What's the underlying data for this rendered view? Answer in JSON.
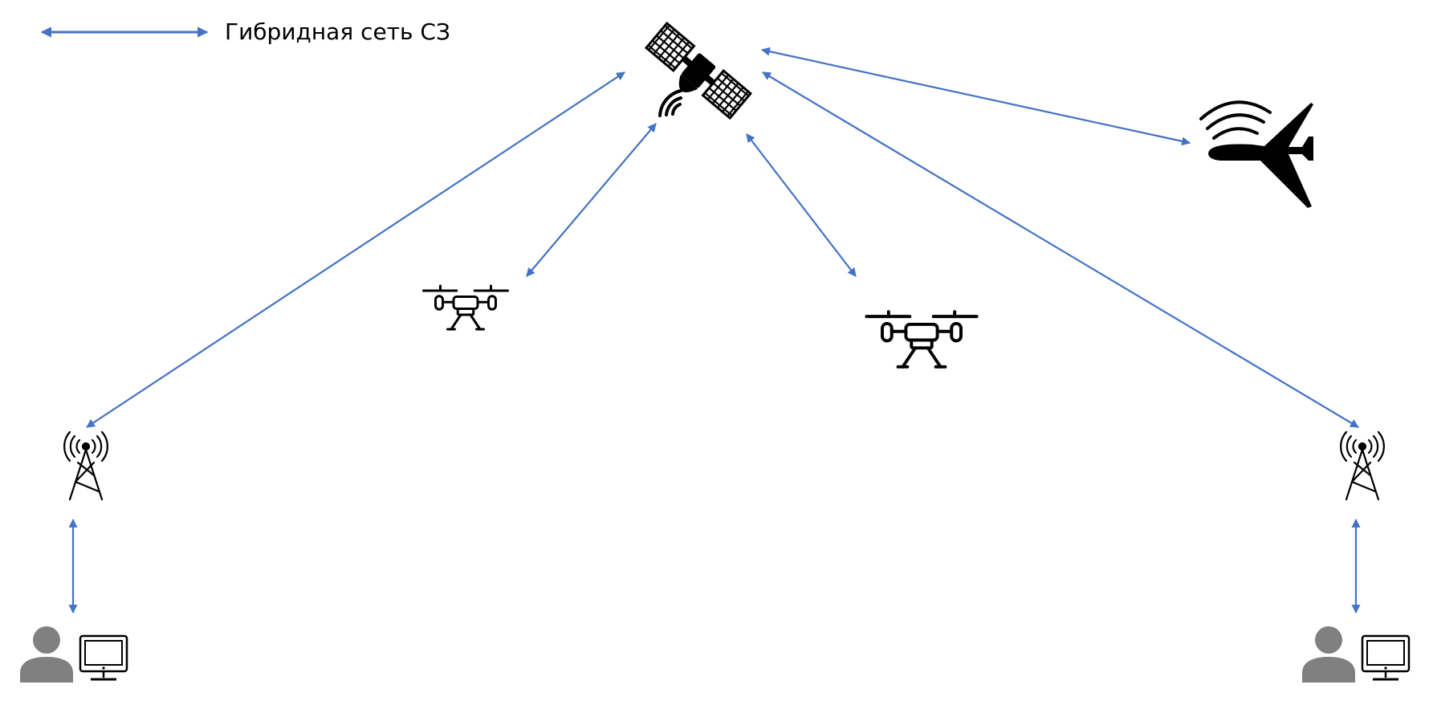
{
  "legend": {
    "label": "Гибридная сеть СЗ",
    "color": "#4472C4"
  },
  "colors": {
    "link": "#4472C4",
    "icon": "#000000",
    "person": "#808080"
  },
  "nodes": [
    {
      "name": "satellite",
      "icon": "satellite-icon"
    },
    {
      "name": "aircraft",
      "icon": "airplane-signal-icon"
    },
    {
      "name": "drone-left",
      "icon": "drone-icon"
    },
    {
      "name": "drone-right",
      "icon": "drone-icon"
    },
    {
      "name": "tower-left",
      "icon": "cell-tower-icon"
    },
    {
      "name": "tower-right",
      "icon": "cell-tower-icon"
    },
    {
      "name": "operator-left",
      "icon": "user-computer-icon"
    },
    {
      "name": "operator-right",
      "icon": "user-computer-icon"
    }
  ],
  "links": [
    {
      "from": "satellite",
      "to": "tower-left",
      "bidirectional": true
    },
    {
      "from": "satellite",
      "to": "drone-left",
      "bidirectional": true
    },
    {
      "from": "satellite",
      "to": "drone-right",
      "bidirectional": true
    },
    {
      "from": "satellite",
      "to": "tower-right",
      "bidirectional": true
    },
    {
      "from": "satellite",
      "to": "aircraft",
      "bidirectional": true
    },
    {
      "from": "tower-left",
      "to": "operator-left",
      "bidirectional": true
    },
    {
      "from": "tower-right",
      "to": "operator-right",
      "bidirectional": true
    }
  ]
}
